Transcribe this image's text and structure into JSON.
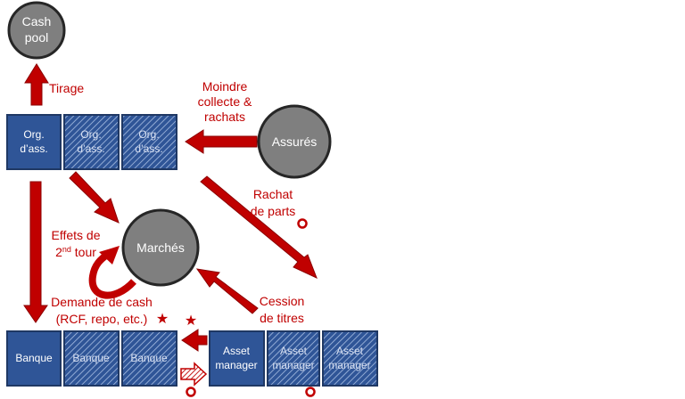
{
  "nodes": {
    "cash_pool": {
      "line1": "Cash",
      "line2": "pool"
    },
    "assures": {
      "label": "Assurés"
    },
    "marches": {
      "label": "Marchés"
    },
    "org_ass": [
      {
        "line1": "Org.",
        "line2": "d’ass."
      },
      {
        "line1": "Org.",
        "line2": "d’ass."
      },
      {
        "line1": "Org.",
        "line2": "d’ass."
      }
    ],
    "banque": [
      {
        "label": "Banque"
      },
      {
        "label": "Banque"
      },
      {
        "label": "Banque"
      }
    ],
    "asset_manager": [
      {
        "line1": "Asset",
        "line2": "manager"
      },
      {
        "line1": "Asset",
        "line2": "manager"
      },
      {
        "line1": "Asset",
        "line2": "manager"
      }
    ]
  },
  "labels": {
    "tirage": "Tirage",
    "moindre_collecte": {
      "line1": "Moindre",
      "line2": "collecte &",
      "line3": "rachats"
    },
    "rachat_parts": {
      "line1": "Rachat",
      "line2": "de parts"
    },
    "effets_second_tour": {
      "line1": "Effets de",
      "line2_pre": "2",
      "line2_sup": "nd",
      "line2_post": " tour"
    },
    "demande_cash": {
      "line1": "Demande de cash",
      "line2": "(RCF, repo, etc.)"
    },
    "cession_titres": {
      "line1": "Cession",
      "line2": "de titres"
    }
  },
  "colors": {
    "arrow": "#c00000",
    "box_fill": "#2f5597",
    "box_border": "#1f3864",
    "circle_fill": "#7f7f7f",
    "circle_border": "#262626"
  }
}
